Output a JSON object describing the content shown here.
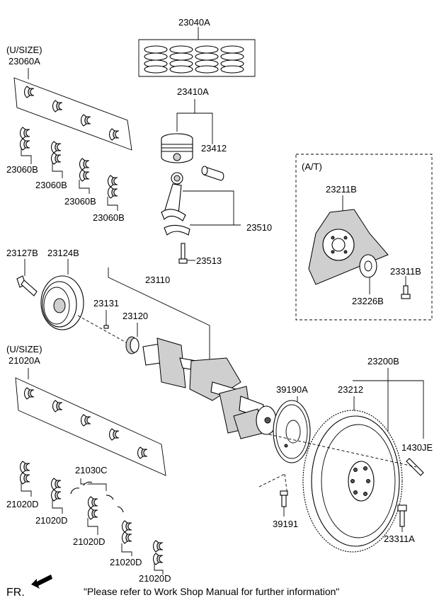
{
  "labels": {
    "p23040A": "23040A",
    "usize_top": "(U/SIZE)",
    "p23060A": "23060A",
    "p23410A": "23410A",
    "p23412": "23412",
    "p23060B_1": "23060B",
    "p23060B_2": "23060B",
    "p23060B_3": "23060B",
    "p23060B_4": "23060B",
    "at": "(A/T)",
    "p23211B": "23211B",
    "p23510": "23510",
    "p23513": "23513",
    "p23311B": "23311B",
    "p23226B": "23226B",
    "p23127B": "23127B",
    "p23124B": "23124B",
    "p23110": "23110",
    "p23131": "23131",
    "p23120": "23120",
    "usize_bottom": "(U/SIZE)",
    "p21020A": "21020A",
    "p23200B": "23200B",
    "p39190A": "39190A",
    "p23212": "23212",
    "p1430JE": "1430JE",
    "p21030C": "21030C",
    "p21020D_1": "21020D",
    "p21020D_2": "21020D",
    "p21020D_3": "21020D",
    "p21020D_4": "21020D",
    "p21020D_5": "21020D",
    "p39191": "39191",
    "p23311A": "23311A",
    "fr": "FR.",
    "footer_note": "\"Please refer to Work Shop Manual for further information\""
  }
}
